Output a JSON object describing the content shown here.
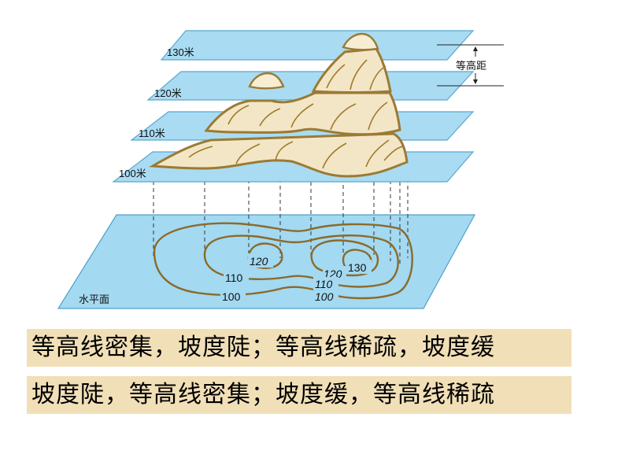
{
  "diagram": {
    "planes": [
      {
        "label": "130米"
      },
      {
        "label": "120米"
      },
      {
        "label": "110米"
      },
      {
        "label": "100米"
      }
    ],
    "base_plane_label": "水平面",
    "interval_label": "等高距",
    "contours": {
      "left_inner": "120",
      "right_inner": "130",
      "right_120": "120",
      "left_110": "110",
      "right_110": "110",
      "left_100": "100",
      "right_100": "100"
    }
  },
  "captions": [
    "等高线密集，坡度陡；等高线稀疏，坡度缓",
    "坡度陡，等高线密集；坡度缓，等高线稀疏"
  ],
  "colors": {
    "plane": "#a9dcf2",
    "terrain": "#f3e6c6",
    "terrain_outline": "#9b7a35",
    "banner": "#f1dfb7"
  }
}
